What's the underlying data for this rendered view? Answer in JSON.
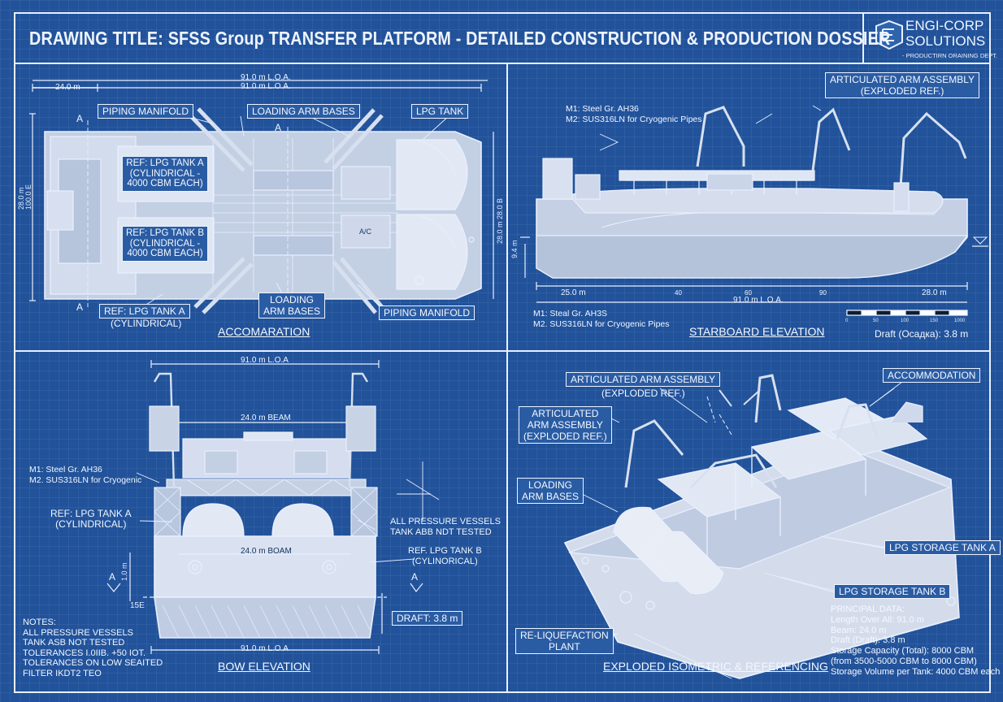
{
  "header": {
    "title": "DRAWING TITLE: SFSS Group TRANSFER PLATFORM - DETAILED CONSTRUCTION & PRODUCTION DOSSIER",
    "logo_line1": "ENGI-CORP",
    "logo_line2": "SOLUTIONS",
    "logo_sub": "- PRODUCTIRN ORAINING DEPT."
  },
  "plan": {
    "dim_24": "24.0 m",
    "dim_loa_a": "91.0 m L.O.A.",
    "dim_loa_b": "91.0 m L.O.A.",
    "label_piping_top": "PIPING MANIFOLD",
    "label_loading_top": "LOADING ARM BASES",
    "label_lpg_tank": "LPG TANK",
    "tank_a": "REF: LPG TANK A\n(CYLINDRICAL -\n4000 CBM EACH)",
    "tank_b": "REF: LPG TANK B\n(CYLINDRICAL -\n4000 CBM EACH)",
    "label_ref_a": "REF: LPG TANK A",
    "label_ref_a2": "(CYLINDRICAL)",
    "label_loading_bottom": "LOADING\nARM BASES",
    "label_piping_bottom": "PIPING MANIFOLD",
    "caption": "ACCOMARATION",
    "sec_a": "A",
    "left_dim": "28.0 m\n100.0 E",
    "right_dim": "28.0 m 28.0 B",
    "inner_a": "A",
    "inner_label": "A/C"
  },
  "elev": {
    "material_1": "M1: Steel Gr. AH36",
    "material_2": "M2: SUS316LN for Cryogenic Pipes",
    "arm_assembly": "ARTICULATED ARM ASSEMBLY\n(EXPLODED REF.)",
    "dim_25": "25.0 m",
    "dim_40": "40",
    "dim_60": "60",
    "dim_90": "90",
    "dim_28": "28.0 m",
    "dim_loa": "91.0 m L.O.A.",
    "material_1b": "M1: Steal Gr. AH3S",
    "material_2b": "M2. SUS316LN for Cryogenic Pipes",
    "caption": "STARBOARD ELEVATION",
    "draft": "Draft (Осадка): 3.8 m",
    "scale_0": "0",
    "scale_50": "50",
    "scale_100": "100",
    "scale_150": "150",
    "scale_1000": "1000",
    "left_dim": "9.4 m"
  },
  "bow": {
    "dim_loa_top": "91.0 m L.O.A",
    "beam_top": "24.0 m BEAM",
    "material_1": "M1: Steel Gr. AH36",
    "material_2": "M2. SUS316LN for Cryogenic",
    "ref_a": "REF: LPG TANK A\n(CYLINDRICAL)",
    "pressure_note": "ALL PRESSURE VESSELS\nTANK ABB NDT TESTED",
    "ref_b": "REF. LPG TANK B\n(CYLINORICAL)",
    "beam_mid": "24.0 m BOAM",
    "draft": "DRAFT: 3.8 m",
    "dim_loa_bottom": "91.0 m L.O.A",
    "caption": "BOW ELEVATION",
    "notes": "NOTES:\nALL PRESSURE VESSELS\nTANK ASB NOT TESTED\nTOLERANCES I.0IIB. +50 IOT.\nTOLERANCES ON LOW SEAITED\nFILTER IKDT2 TEO",
    "sec_a": "A",
    "side_dim": "1.0 m",
    "side_dim2": "15E"
  },
  "iso": {
    "arm_top": "ARTICULATED ARM ASSEMBLY",
    "arm_top_sub": "(EXPLODED REF.)",
    "arm_left": "ARTICULATED\nARM ASSEMBLY\n(EXPLODED REF.)",
    "accommodation": "ACCOMMODATION",
    "loading": "LOADING\nARM BASES",
    "tank_a": "LPG STORAGE TANK A",
    "tank_b": "LPG STORAGE TANK B",
    "reliq": "RE-LIQUEFACTION\nPLANT",
    "caption": "EXPLODED ISOMETRIC & REFERENCING",
    "principal": "PRINCIPAL DATA:\nLength Over All: 91.0 m\nBeam: 24.0 m\nDraft (Draft): 3.8 m\nStorage Capacity (Total): 8000 CBM\n(from 3500-5000 CBM to 8000 CBM)\nStorage Volume per Tank: 4000 CBM each"
  },
  "colors": {
    "background": "#21529a",
    "line": "#e8f0ff",
    "fill": "#c9d4e6"
  }
}
